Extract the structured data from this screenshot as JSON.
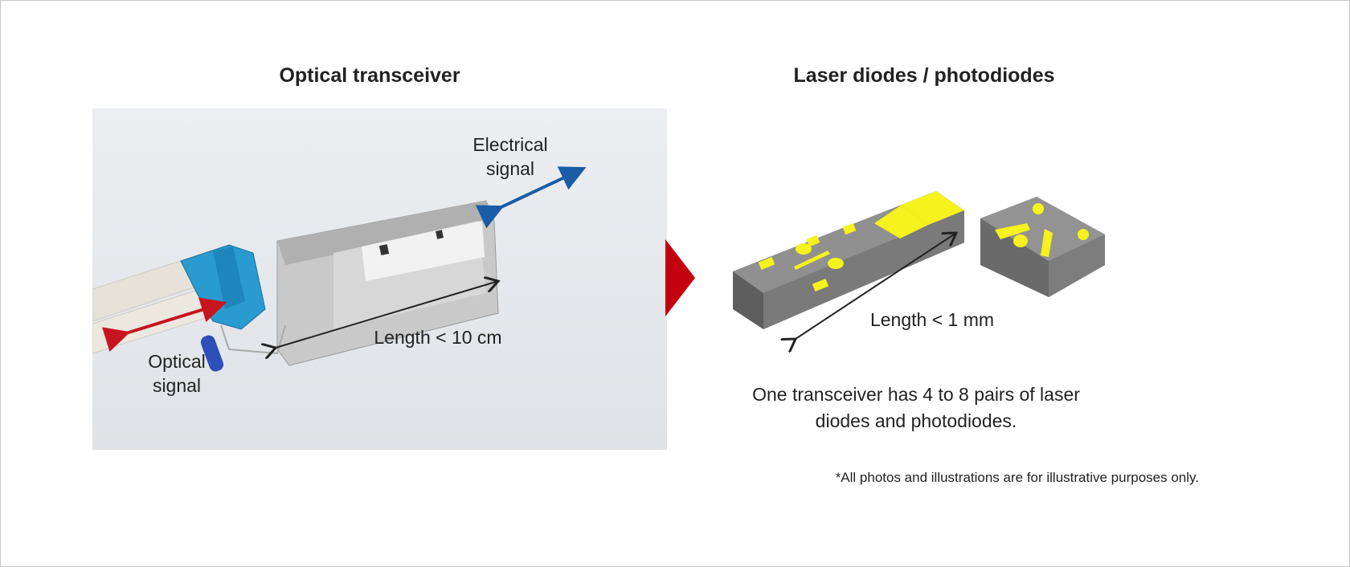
{
  "left_panel": {
    "title": "Optical transceiver",
    "electrical_label_line1": "Electrical",
    "electrical_label_line2": "signal",
    "optical_label_line1": "Optical",
    "optical_label_line2": "signal",
    "length_label": "Length < 10 cm"
  },
  "right_panel": {
    "title": "Laser diodes / photodiodes",
    "length_label": "Length < 1 mm",
    "caption_line1": "One transceiver has 4 to 8 pairs of laser",
    "caption_line2": "diodes and photodiodes."
  },
  "footnote": "*All photos and illustrations are for illustrative purposes only.",
  "colors": {
    "accent_red": "#c4000f",
    "optical_arrow": "#c8141e",
    "electrical_arrow": "#1a5da6",
    "chip_gray": "#8c8c8c",
    "pad_yellow": "#f6f21c"
  }
}
